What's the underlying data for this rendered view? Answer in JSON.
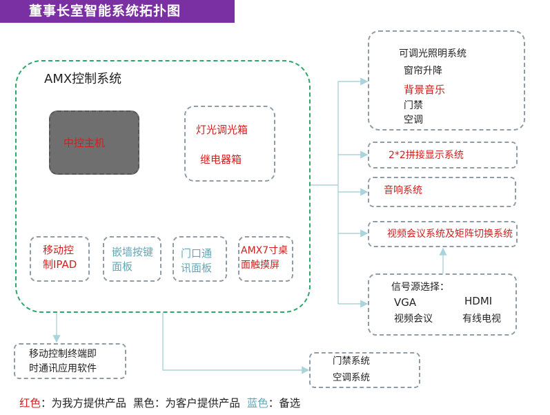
{
  "title": "董事长室智能系统拓扑图",
  "amx": {
    "label": "AMX控制系统",
    "host": "中控主机",
    "light_box": [
      "灯光调光箱",
      "继电器箱"
    ],
    "devices": [
      {
        "line1": "移动控",
        "line2": "制IPAD"
      },
      {
        "line1": "嵌墙按键",
        "line2": "面板"
      },
      {
        "line1": "门口通",
        "line2": "讯面板"
      },
      {
        "line1": "AMX7寸桌",
        "line2": "面触摸屏"
      }
    ]
  },
  "right_systems": {
    "group1": [
      "可调光照明系统",
      "窗帘升降",
      "背景音乐",
      "门禁",
      "空调"
    ],
    "display": "2*2拼接显示系统",
    "audio": "音响系统",
    "video_conf": "视频会议系统及矩阵切换系统",
    "signal": {
      "label": "信号源选择：",
      "items": [
        "VGA",
        "HDMI",
        "视频会议",
        "有线电视"
      ]
    }
  },
  "bottom": {
    "mobile_software": [
      "移动控制终端即",
      "时通讯应用软件"
    ],
    "door_air": [
      "门禁系统",
      "空调系统"
    ]
  },
  "legend": {
    "red_label": "红色",
    "red_text": "：为我方提供产品",
    "black_label": "黑色：为客户提供产品",
    "blue_label": "蓝色",
    "blue_text": "：备选"
  },
  "colors": {
    "title_bg": "#7a2fa3",
    "amx_border": "#2aa86a",
    "red": "#d11f1f",
    "teal": "#5fa8b6",
    "host_bg": "#6f6f6f",
    "line": "#a9d4dc",
    "lightning": "#f2ea1a"
  }
}
